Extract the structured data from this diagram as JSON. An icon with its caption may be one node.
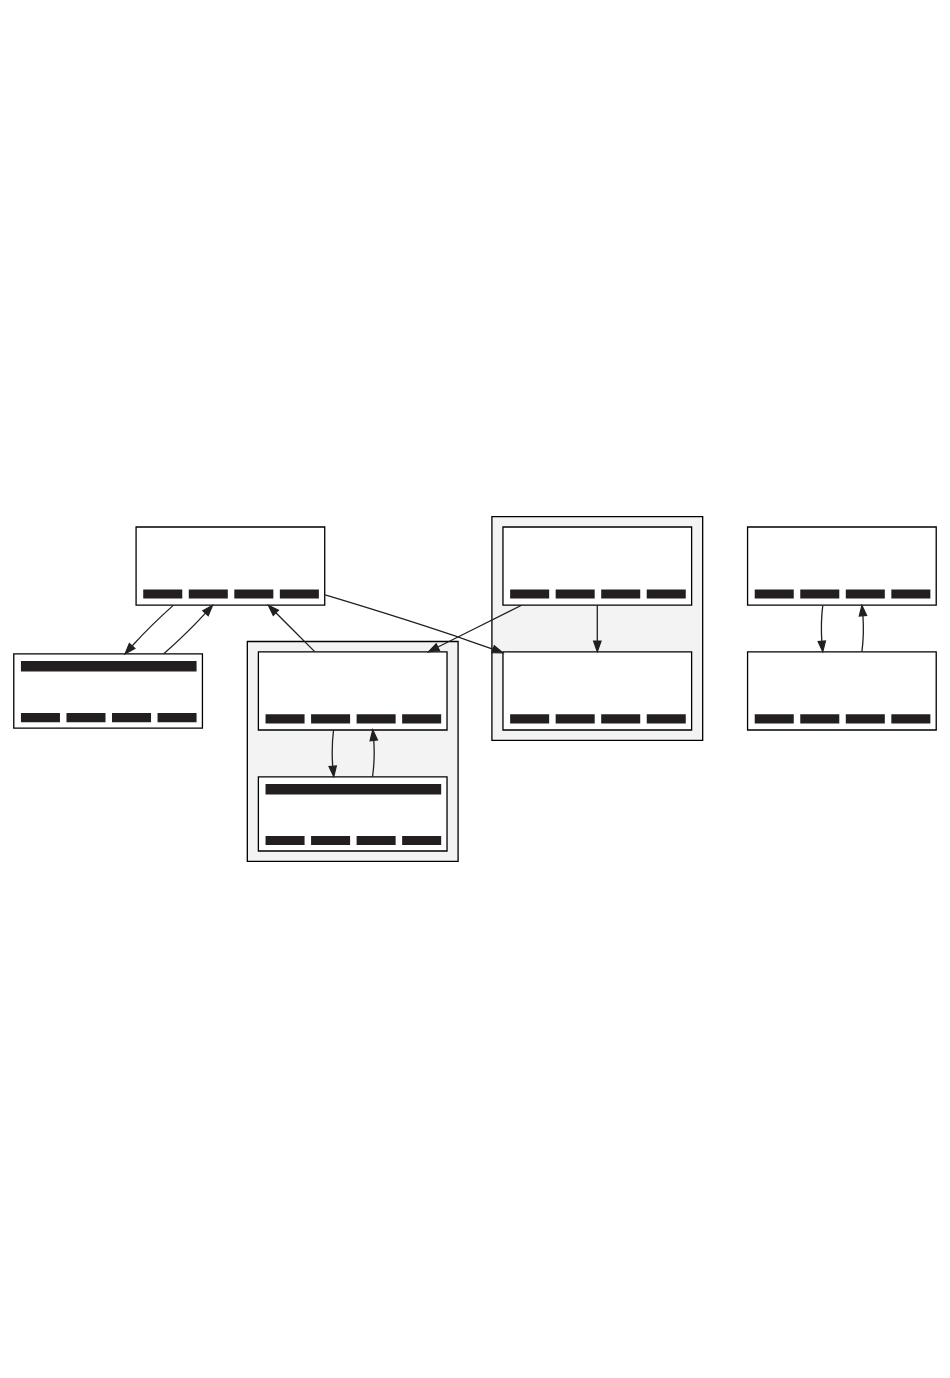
{
  "diagram": {
    "nodes": [
      {
        "text": [],
        "shape": "box"
      },
      {
        "text": [],
        "shape": "box"
      },
      {
        "text": [],
        "shape": "box"
      },
      {
        "text": [],
        "shape": "box"
      },
      {
        "text": [],
        "shape": "box"
      },
      {
        "text": [],
        "shape": "box",
        "in": 4
      },
      {
        "text": [],
        "shape": "box",
        "in": 4
      },
      {
        "text": [],
        "shape": "box"
      },
      {
        "text": [],
        "shape": "box",
        "in": 7
      },
      {
        "text": [],
        "shape": "box",
        "in": 7
      }
    ],
    "edges": [
      {
        "from": 3,
        "to": 0,
        "arrow": "to"
      },
      {
        "from": 0,
        "to": 3,
        "arrow": "to"
      },
      {
        "from": 5,
        "to": 0,
        "arrow": "to"
      },
      {
        "from": 1,
        "to": 2,
        "arrow": "to"
      },
      {
        "from": 2,
        "to": 1,
        "arrow": "to"
      },
      {
        "from": 6,
        "to": 5,
        "arrow": "to"
      },
      {
        "from": 8,
        "to": 5,
        "arrow": "to"
      },
      {
        "from": 5,
        "to": 6,
        "arrow": "to"
      },
      {
        "from": 8,
        "to": 9,
        "arrow": "to"
      },
      {
        "from": 0,
        "to": 9,
        "arrow": "to"
      }
    ]
  }
}
